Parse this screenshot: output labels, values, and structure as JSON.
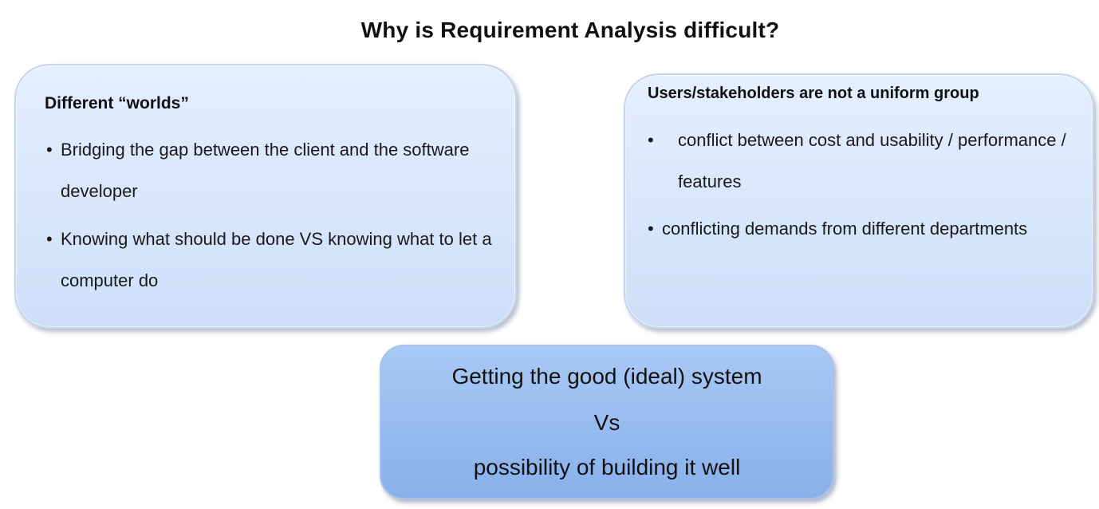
{
  "title": "Why is  Requirement Analysis difficult?",
  "left_box": {
    "heading": "Different “worlds”",
    "bullets": [
      {
        "marker": "•",
        "text": "Bridging the gap between the client and the software developer"
      },
      {
        "marker": "•",
        "text": "Knowing what should be done VS knowing what to let a computer do"
      }
    ]
  },
  "right_box": {
    "heading": "Users/stakeholders are not a uniform group",
    "bullets": [
      {
        "marker": "•",
        "text": "conflict between cost and usability / performance / features"
      },
      {
        "marker": "•",
        "text": "conflicting demands from different departments"
      }
    ]
  },
  "bottom_box": {
    "line1": "Getting the good (ideal) system",
    "line2": "Vs",
    "line3": "possibility of  building it well"
  },
  "colors": {
    "box_light": "#d9e7fb",
    "box_dark": "#95b9ee",
    "border": "#c4d4ea"
  }
}
